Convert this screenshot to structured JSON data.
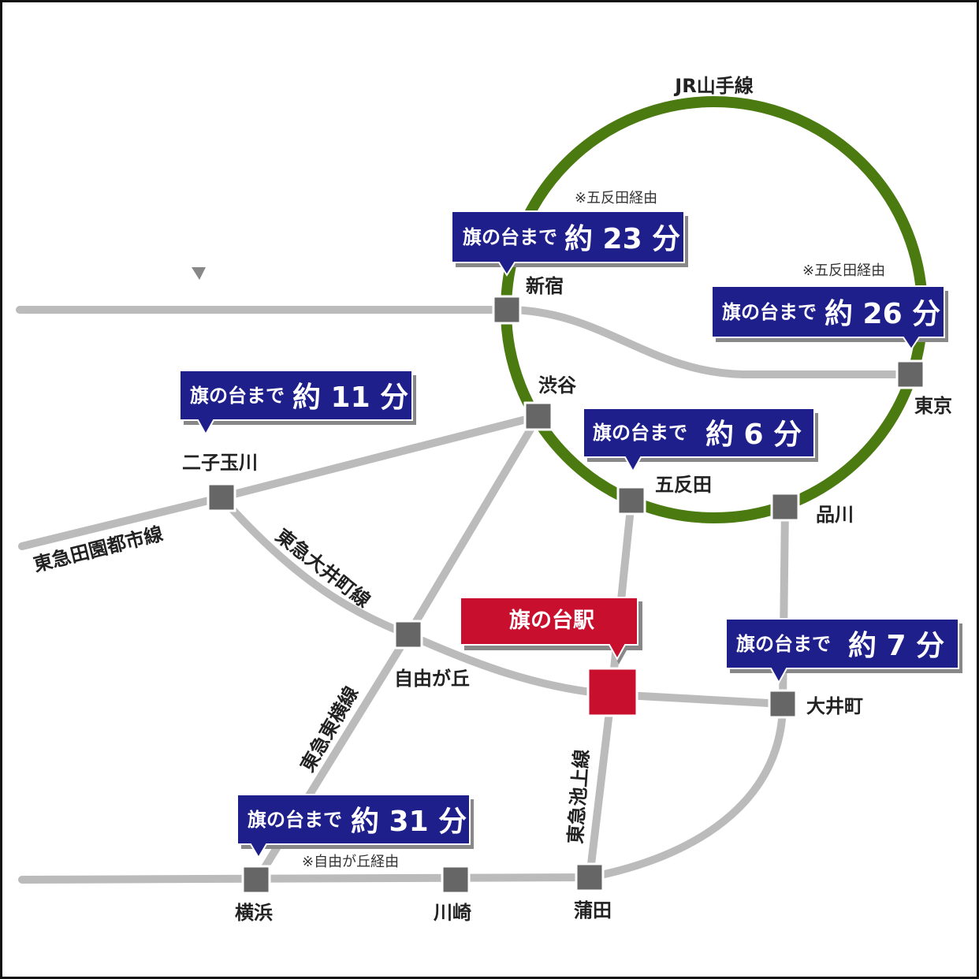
{
  "lines": {
    "yamanote": "JR山手線",
    "denentoshi": "東急田園都市線",
    "oimachi": "東急大井町線",
    "toyoko": "東急東横線",
    "ikegami": "東急池上線"
  },
  "stations": {
    "shinjuku": "新宿",
    "tokyo": "東京",
    "shibuya": "渋谷",
    "gotanda": "五反田",
    "shinagawa": "品川",
    "futakotamagawa": "二子玉川",
    "jiyugaoka": "自由が丘",
    "hatanodai": "旗の台駅",
    "oimachi": "大井町",
    "yokohama": "横浜",
    "kawasaki": "川崎",
    "kamata": "蒲田"
  },
  "callouts": {
    "prefix": "旗の台まで",
    "shinjuku": {
      "time": "約 23 分",
      "note": "※五反田経由"
    },
    "tokyo": {
      "time": "約 26 分",
      "note": "※五反田経由"
    },
    "futakotamagawa": {
      "time": "約 11 分"
    },
    "gotanda": {
      "time": "約 6 分"
    },
    "oimachi": {
      "time": "約 7 分"
    },
    "yokohama": {
      "time": "約 31 分",
      "note": "※自由が丘経由"
    }
  },
  "colors": {
    "yamanote": "#4a7a10",
    "hatanodai": "#c8102e",
    "callout": "#1f1f8c",
    "rail": "#bbbbbb"
  }
}
